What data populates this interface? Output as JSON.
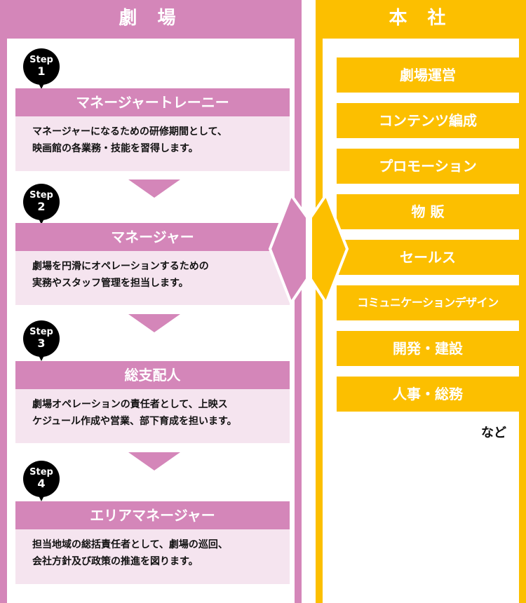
{
  "theater": {
    "title": "劇 場",
    "steps": [
      {
        "step": "Step",
        "num": "1",
        "title": "マネージャートレーニー",
        "desc1": "マネージャーになるための研修期間として、",
        "desc2": "映画館の各業務・技能を習得します。"
      },
      {
        "step": "Step",
        "num": "2",
        "title": "マネージャー",
        "desc1": "劇場を円滑にオペレーションするための",
        "desc2": "実務やスタッフ管理を担当します。"
      },
      {
        "step": "Step",
        "num": "3",
        "title": "総支配人",
        "desc1": "劇場オペレーションの責任者として、上映ス",
        "desc2": "ケジュール作成や営業、部下育成を担います。"
      },
      {
        "step": "Step",
        "num": "4",
        "title": "エリアマネージャー",
        "desc1": "担当地域の総括責任者として、劇場の巡回、",
        "desc2": "会社方針及び政策の推進を図ります。"
      }
    ]
  },
  "hq": {
    "title": "本 社",
    "items": [
      "劇場運営",
      "コンテンツ編成",
      "プロモーション",
      "物 販",
      "セールス",
      "コミュニケーションデザイン",
      "開発・建設",
      "人事・総務"
    ],
    "etc": "など"
  },
  "colors": {
    "pink": "#d486b9",
    "light_pink": "#f5e4ef",
    "yellow": "#fcbf00"
  }
}
